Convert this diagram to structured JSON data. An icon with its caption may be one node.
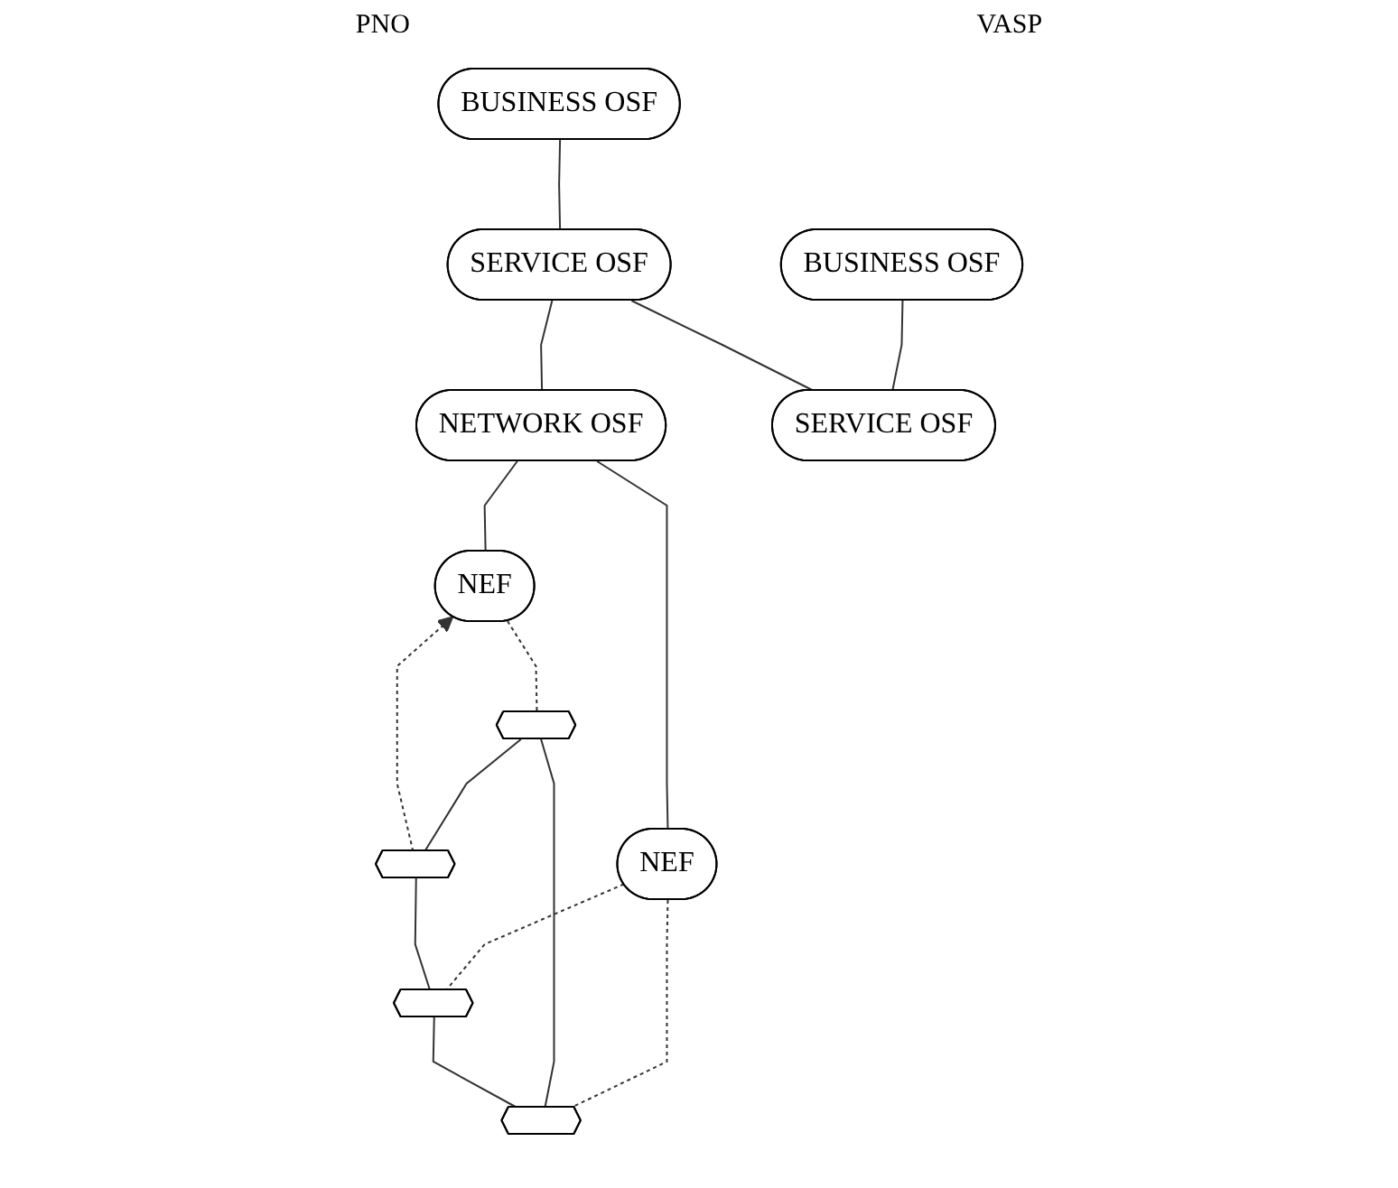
{
  "diagram": {
    "nodes": [
      {
        "text": [
          "BUSINESS OSF"
        ]
      },
      {
        "text": [
          "SERVICE OSF"
        ]
      },
      {
        "text": [
          "NETWORK OSF"
        ]
      },
      {
        "text": [
          "NEF"
        ]
      },
      {
        "text": [
          "BUSINESS OSF"
        ]
      },
      {
        "text": [
          "SERVICE OSF"
        ]
      },
      {
        "text": [
          "NEF"
        ]
      },
      {
        "text": [],
        "shape": "hexagon"
      },
      {
        "text": [],
        "shape": "hexagon"
      },
      {
        "text": [],
        "shape": "hexagon"
      },
      {
        "text": [],
        "shape": "hexagon"
      }
    ],
    "edges": [
      {
        "from": 0,
        "to": 1,
        "arrow": "none"
      },
      {
        "from": 1,
        "to": 2,
        "arrow": "none"
      },
      {
        "from": 2,
        "to": 3,
        "arrow": "none"
      },
      {
        "from": 4,
        "to": 5,
        "arrow": "none"
      },
      {
        "from": 1,
        "to": 5,
        "arrow": "none"
      },
      {
        "from": 2,
        "to": 6,
        "arrow": "none"
      },
      {
        "from": 3,
        "to": 7,
        "arrow": "none",
        "style": "dashed"
      },
      {
        "from": 8,
        "to": 3,
        "arrow": "to",
        "style": "dashed"
      },
      {
        "from": 6,
        "to": 9,
        "arrow": "none",
        "style": "dashed"
      },
      {
        "from": 6,
        "to": 10,
        "arrow": "none",
        "style": "dashed"
      },
      {
        "from": 7,
        "to": 8,
        "arrow": "none"
      },
      {
        "from": 7,
        "to": 10,
        "arrow": "none"
      },
      {
        "from": 8,
        "to": 9,
        "arrow": "none"
      },
      {
        "from": 9,
        "to": 10,
        "arrow": "none"
      }
    ],
    "labels": [
      "PNO",
      "VASP"
    ]
  }
}
